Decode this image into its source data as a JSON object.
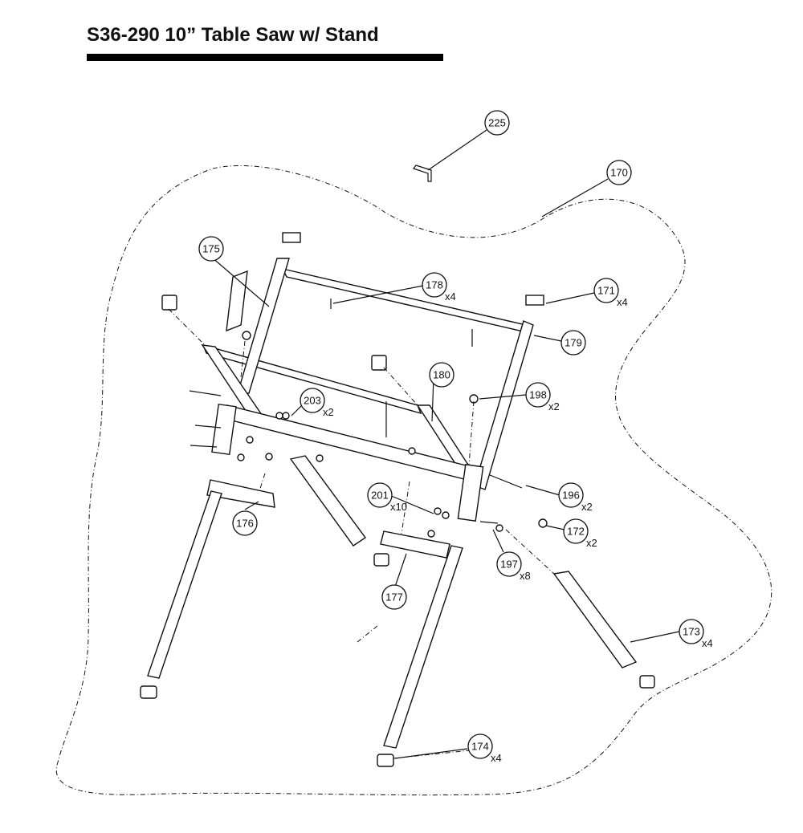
{
  "header": {
    "title": "S36-290 10” Table Saw w/ Stand"
  },
  "parts": [
    {
      "key": "p225",
      "number": "225",
      "qty": ""
    },
    {
      "key": "p170",
      "number": "170",
      "qty": ""
    },
    {
      "key": "p175",
      "number": "175",
      "qty": ""
    },
    {
      "key": "p178",
      "number": "178",
      "qty": "x4"
    },
    {
      "key": "p171",
      "number": "171",
      "qty": "x4"
    },
    {
      "key": "p179",
      "number": "179",
      "qty": ""
    },
    {
      "key": "p180",
      "number": "180",
      "qty": ""
    },
    {
      "key": "p198",
      "number": "198",
      "qty": "x2"
    },
    {
      "key": "p203",
      "number": "203",
      "qty": "x2"
    },
    {
      "key": "p196",
      "number": "196",
      "qty": "x2"
    },
    {
      "key": "p201",
      "number": "201",
      "qty": "x10"
    },
    {
      "key": "p172",
      "number": "172",
      "qty": "x2"
    },
    {
      "key": "p176",
      "number": "176",
      "qty": ""
    },
    {
      "key": "p197",
      "number": "197",
      "qty": "x8"
    },
    {
      "key": "p177",
      "number": "177",
      "qty": ""
    },
    {
      "key": "p173",
      "number": "173",
      "qty": "x4"
    },
    {
      "key": "p174",
      "number": "174",
      "qty": "x4"
    }
  ]
}
